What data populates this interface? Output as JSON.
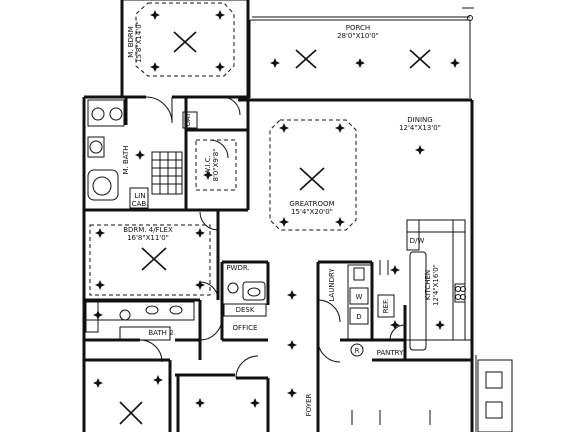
{
  "rooms": [
    {
      "id": "porch",
      "name": "PORCH",
      "size": "28'0\"X10'0\""
    },
    {
      "id": "m-bdrm",
      "name": "M. BDRM",
      "size": "15'8\"X14'0\""
    },
    {
      "id": "dining",
      "name": "DINING",
      "size": "12'4\"X13'0\""
    },
    {
      "id": "greatroom",
      "name": "GREATROOM",
      "size": "15'4\"X20'0\""
    },
    {
      "id": "wic",
      "name": "W.I.C.",
      "size": "8'0\"X9'8\""
    },
    {
      "id": "m-bath",
      "name": "M. BATH",
      "size": ""
    },
    {
      "id": "bdrm4",
      "name": "BDRM. 4/FLEX",
      "size": "16'8\"X11'0\""
    },
    {
      "id": "kitchen",
      "name": "KITCHEN",
      "size": "12'4\"X16'0\""
    },
    {
      "id": "laundry",
      "name": "LAUNDRY",
      "size": ""
    },
    {
      "id": "pwdr",
      "name": "PWDR.",
      "size": ""
    },
    {
      "id": "office",
      "name": "OFFICE",
      "size": ""
    },
    {
      "id": "bath2",
      "name": "BATH 2",
      "size": ""
    },
    {
      "id": "foyer",
      "name": "FOYER",
      "size": ""
    },
    {
      "id": "pantry",
      "name": "PANTRY",
      "size": ""
    }
  ],
  "fixtures": {
    "coat": "COAT",
    "linen": "LIN",
    "cab": "CAB.",
    "desk": "DESK",
    "dishwasher": "D/W",
    "refrigerator": "REF.",
    "range": "R",
    "washer": "W",
    "dryer": "D"
  }
}
